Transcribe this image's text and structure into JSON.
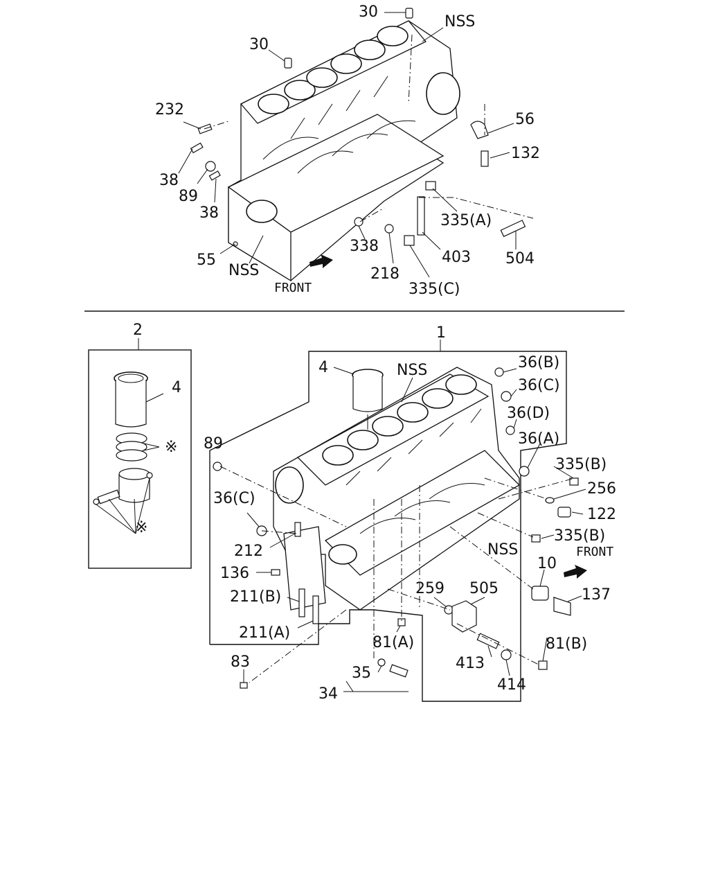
{
  "top_section": {
    "labels": {
      "p30a": "30",
      "p30b": "30",
      "nss_top": "NSS",
      "p232": "232",
      "p38a": "38",
      "p89": "89",
      "p38b": "38",
      "p55": "55",
      "nss_bottom": "NSS",
      "front": "FRONT",
      "p56": "56",
      "p132": "132",
      "p335a": "335(A)",
      "p338": "338",
      "p403": "403",
      "p504": "504",
      "p218": "218",
      "p335c": "335(C)"
    }
  },
  "bottom_section": {
    "labels": {
      "p2": "2",
      "p4_inset": "4",
      "mark_rings": "※",
      "mark_piston": "※",
      "p1": "1",
      "p4": "4",
      "nss_top": "NSS",
      "p36b": "36(B)",
      "p36c_right": "36(C)",
      "p36d": "36(D)",
      "p36a": "36(A)",
      "p89": "89",
      "p335b_top": "335(B)",
      "p256": "256",
      "p122": "122",
      "p36c_left": "36(C)",
      "p335b_mid": "335(B)",
      "nss_side": "NSS",
      "front": "FRONT",
      "p212": "212",
      "p136": "136",
      "p10": "10",
      "p137": "137",
      "p211b": "211(B)",
      "p259": "259",
      "p505": "505",
      "p211a": "211(A)",
      "p81a": "81(A)",
      "p81b": "81(B)",
      "p413": "413",
      "p414": "414",
      "p83": "83",
      "p35": "35",
      "p34": "34"
    }
  }
}
